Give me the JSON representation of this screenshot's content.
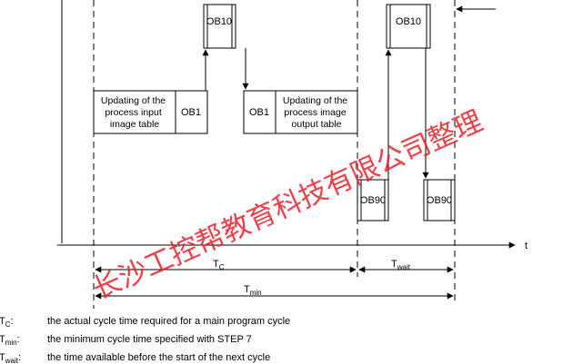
{
  "boxes": {
    "ob10_first": "OB10",
    "ob10_second": "OB10",
    "ob1_first": "OB1",
    "ob1_second": "OB1",
    "ob90_first": "OB90",
    "ob90_second": "OB90",
    "update_input": [
      "Updating of the",
      "process input",
      "image table"
    ],
    "update_output": [
      "Updating of the",
      "process image",
      "output table"
    ]
  },
  "axis": {
    "t_label": "t"
  },
  "spans": {
    "tc": {
      "main": "T",
      "sub": "C"
    },
    "twait": {
      "main": "T",
      "sub": "wait"
    },
    "tmin": {
      "main": "T",
      "sub": "min"
    }
  },
  "legend": [
    {
      "sym": "T",
      "sub": "C",
      "sep": ":",
      "text": "the actual cycle time required for a main program cycle"
    },
    {
      "sym": "T",
      "sub": "min",
      "sep": ":",
      "text": "the minimum cycle time specified with STEP 7"
    },
    {
      "sym": "T",
      "sub": "wait",
      "sep": ":",
      "text": "the time available before the start of the next cycle"
    }
  ],
  "watermark": "长沙工控帮教育科技有限公司整理"
}
